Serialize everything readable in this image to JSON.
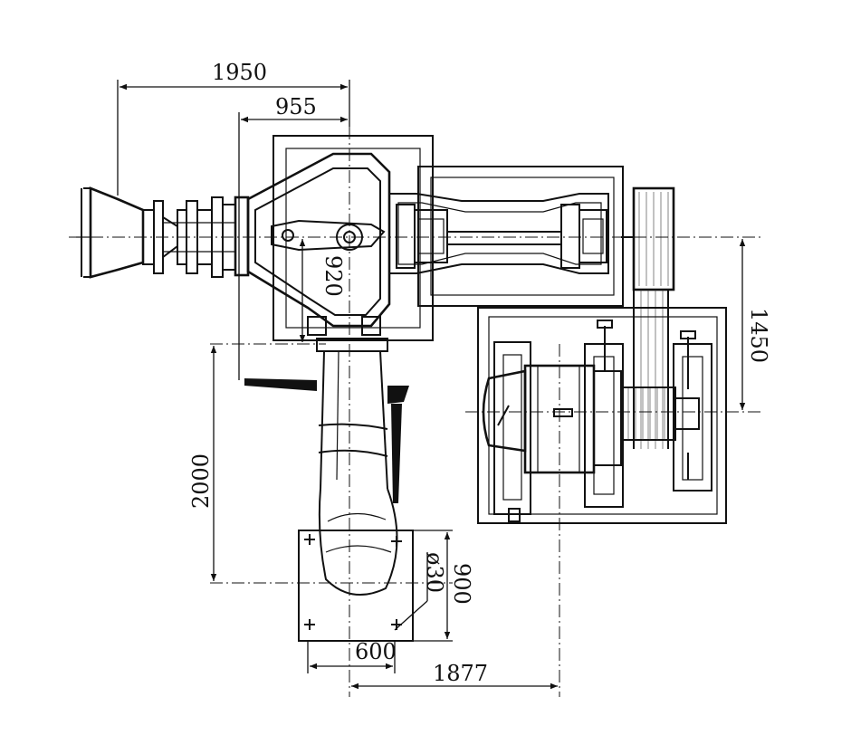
{
  "drawing": {
    "dimensions": {
      "d1950": "1950",
      "d955": "955",
      "d920": "920",
      "d1450": "1450",
      "d2000": "2000",
      "d900": "900",
      "d30": "ø30",
      "d600": "600",
      "d1877": "1877"
    }
  }
}
